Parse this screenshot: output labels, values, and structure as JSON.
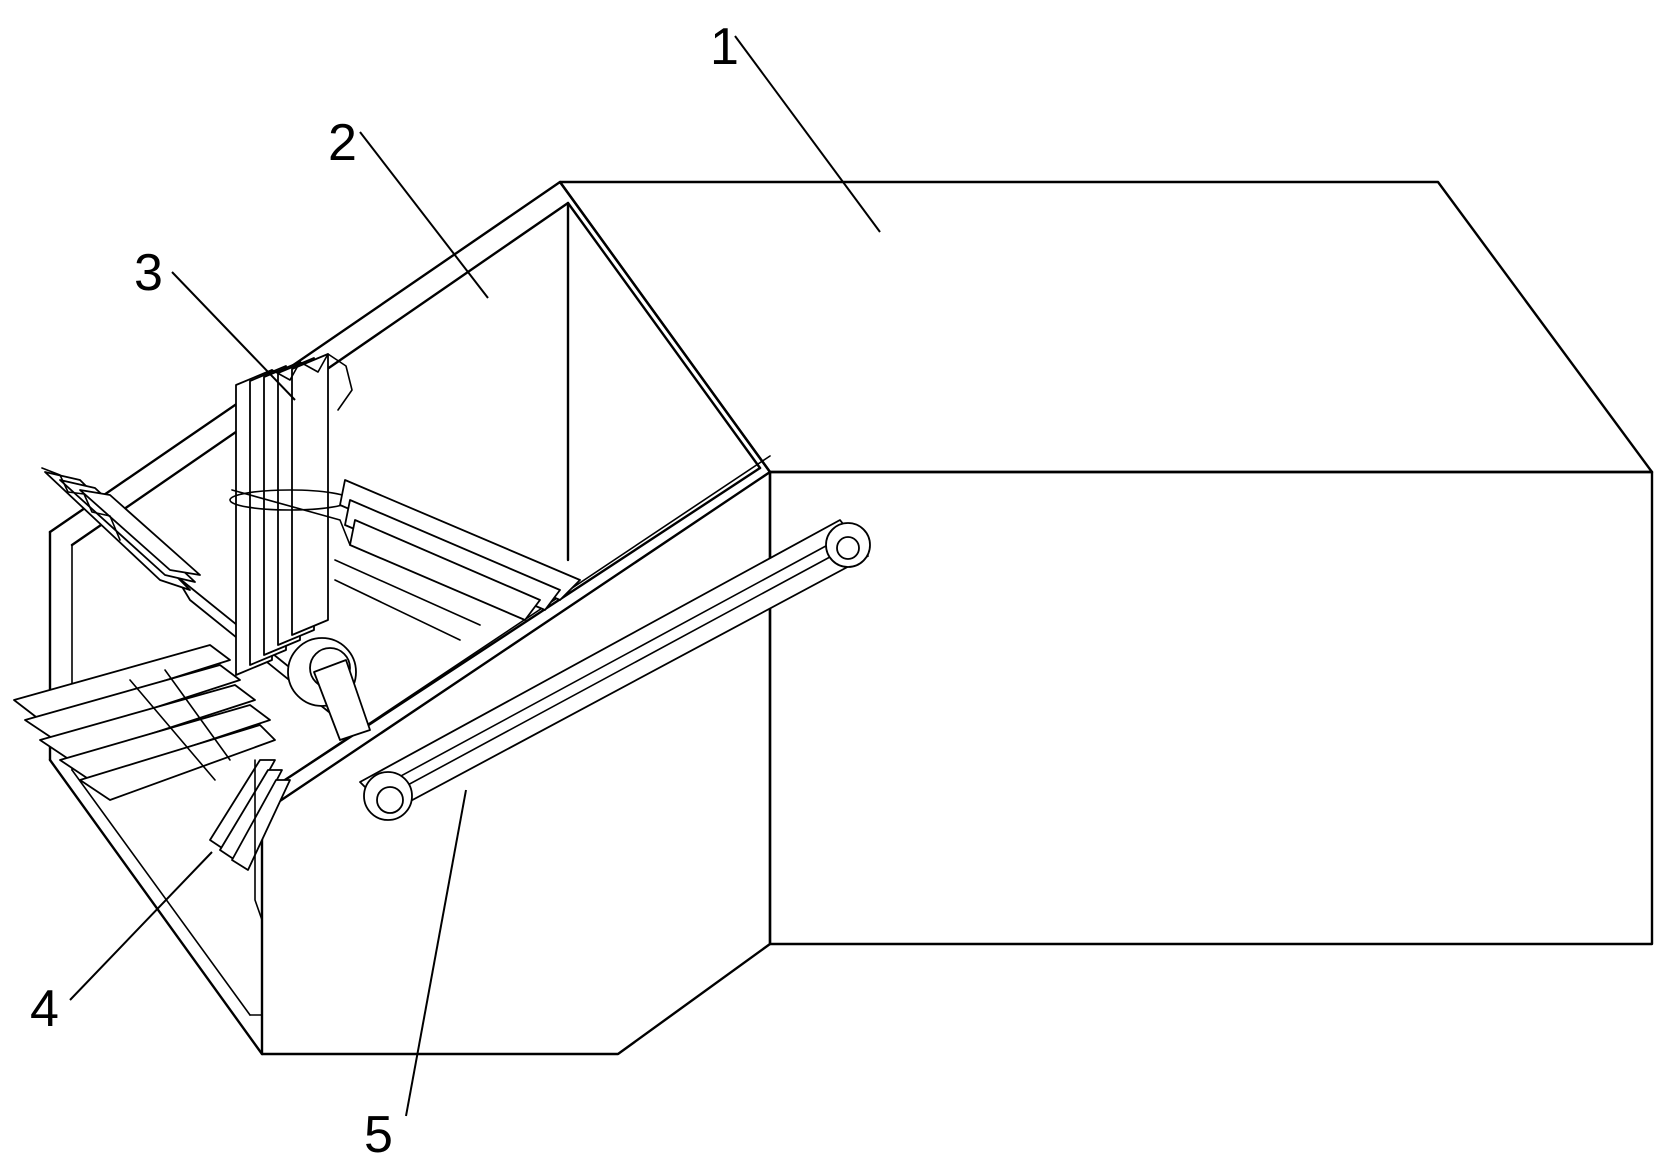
{
  "figure": {
    "stroke_color": "#000000",
    "background_color": "#ffffff",
    "callouts": [
      {
        "id": "1",
        "label": "1"
      },
      {
        "id": "2",
        "label": "2"
      },
      {
        "id": "3",
        "label": "3"
      },
      {
        "id": "4",
        "label": "4"
      },
      {
        "id": "5",
        "label": "5"
      }
    ]
  }
}
